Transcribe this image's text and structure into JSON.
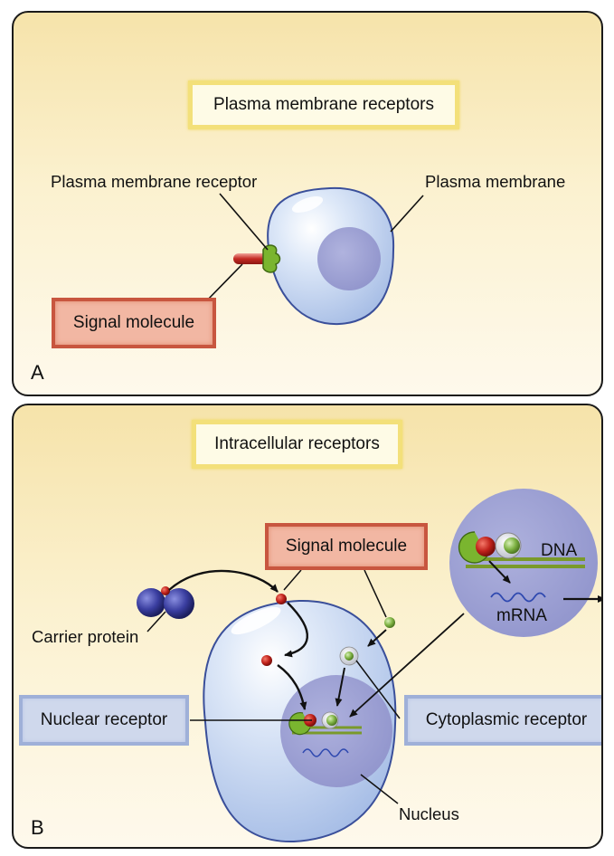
{
  "panel_a": {
    "title": "Plasma membrane receptors",
    "label_receptor": "Plasma membrane receptor",
    "label_membrane": "Plasma membrane",
    "label_signal": "Signal molecule",
    "letter": "A"
  },
  "panel_b": {
    "title": "Intracellular receptors",
    "label_signal": "Signal molecule",
    "label_dna": "DNA",
    "label_mrna": "mRNA",
    "label_carrier": "Carrier protein",
    "label_nuclear": "Nuclear receptor",
    "label_cytoplasmic": "Cytoplasmic receptor",
    "label_nucleus": "Nucleus",
    "letter": "B"
  },
  "colors": {
    "panel_bg_top": "#f6e3aa",
    "cell_fill": "#c9d9f3",
    "nucleus_fill": "#9b9fd2",
    "signal_red": "#c0221b",
    "receptor_green": "#7ab52f",
    "dna_green": "#7a9a2a",
    "carrier_blue": "#3a3ea0"
  }
}
